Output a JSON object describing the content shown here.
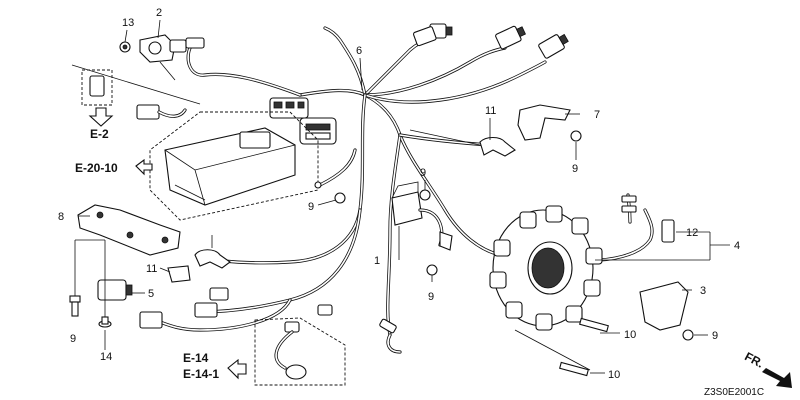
{
  "callouts": {
    "c1": "1",
    "c2": "2",
    "c3": "3",
    "c4": "4",
    "c5": "5",
    "c6": "6",
    "c7": "7",
    "c8": "8",
    "c9a": "9",
    "c9b": "9",
    "c9c": "9",
    "c9d": "9",
    "c9e": "9",
    "c9f": "9",
    "c10a": "10",
    "c10b": "10",
    "c11a": "11",
    "c11b": "11",
    "c12": "12",
    "c13": "13",
    "c14": "14"
  },
  "refs": {
    "e2": "E-2",
    "e2010": "E-20-10",
    "e14": "E-14",
    "e141": "E-14-1",
    "fr": "FR."
  },
  "diagram_code": "Z3S0E2001C",
  "icons": {
    "arrow_down": "hollow-arrow-down-icon",
    "arrow_left": "hollow-arrow-left-icon",
    "arrow_fr": "solid-arrow-diagonal-icon"
  }
}
